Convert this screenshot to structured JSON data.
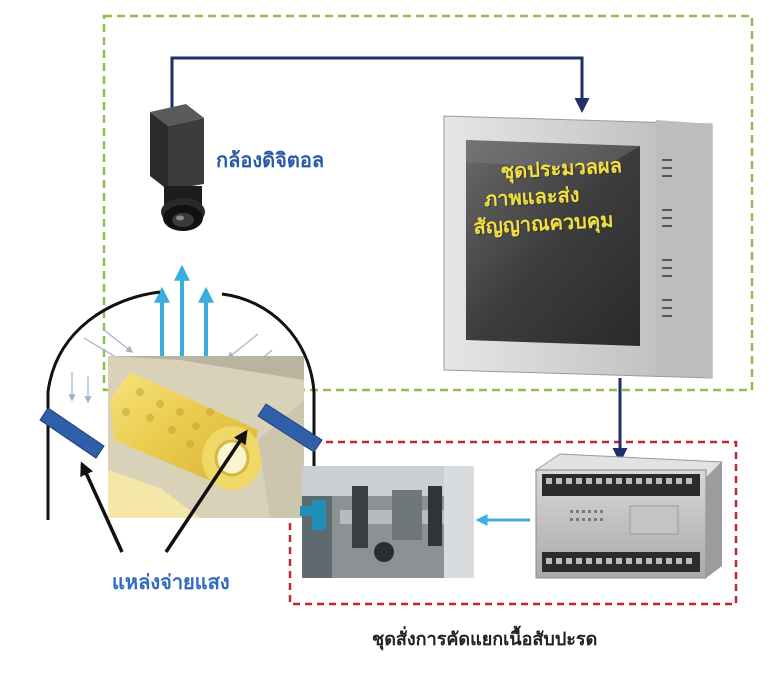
{
  "labels": {
    "camera": "กล้องดิจิตอล",
    "processor": [
      "ชุดประมวลผล",
      "ภาพและส่ง",
      "สัญญาณควบคุม"
    ],
    "light_source": "แหล่งจ่ายแสง",
    "sorter": "ชุดสั่งการคัดแยกเนื้อสับปะรด"
  },
  "colors": {
    "camera_box_border": "#8dc04b",
    "sorter_box_border": "#c0282d",
    "signal_line": "#1e2f6b",
    "light_ray": "#3aaee0",
    "light_panel": "#2f5fa8",
    "label_blue": "#2a5aa8",
    "monitor_text": "#f0e040"
  }
}
